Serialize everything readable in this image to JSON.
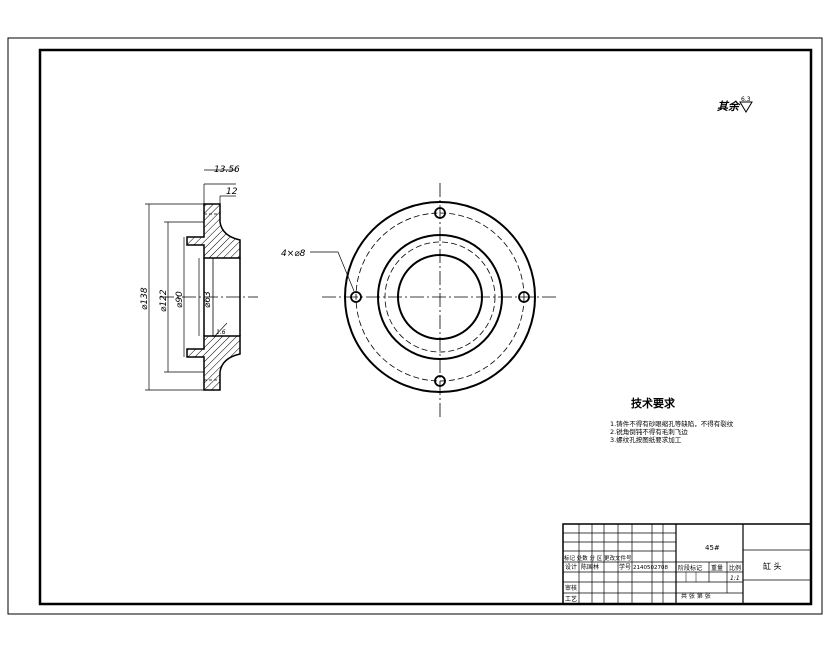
{
  "drawing": {
    "roughness_note": "其余",
    "roughness_value": "6.3",
    "dims": {
      "d138": "⌀138",
      "d122": "⌀122",
      "d90": "⌀90",
      "d63": "⌀63",
      "t1356": "13.56",
      "t12": "12",
      "small": "1.6",
      "holes": "4×⌀8"
    },
    "tech": {
      "title": "技术要求",
      "lines": [
        "1.铸件不得有砂眼缩孔等缺陷，不得有裂纹",
        "2.锐角倒钝不得有毛刺飞边",
        "3.螺纹孔按图纸要求加工"
      ]
    },
    "title_block": {
      "material": "45#",
      "part_name": "缸 头",
      "mark_label": "阶段标记",
      "weight_label": "重量",
      "scale_label": "比例",
      "scale_value": "1:1",
      "sheets_label": "共 张  第 张",
      "mark_row": "标记 处数 分 区 更改文件号",
      "design_label": "设计",
      "designer": "陈国林",
      "std_label": "学号",
      "std_value": "2140502708",
      "audit_label": "审核",
      "craft_label": "工艺"
    }
  }
}
